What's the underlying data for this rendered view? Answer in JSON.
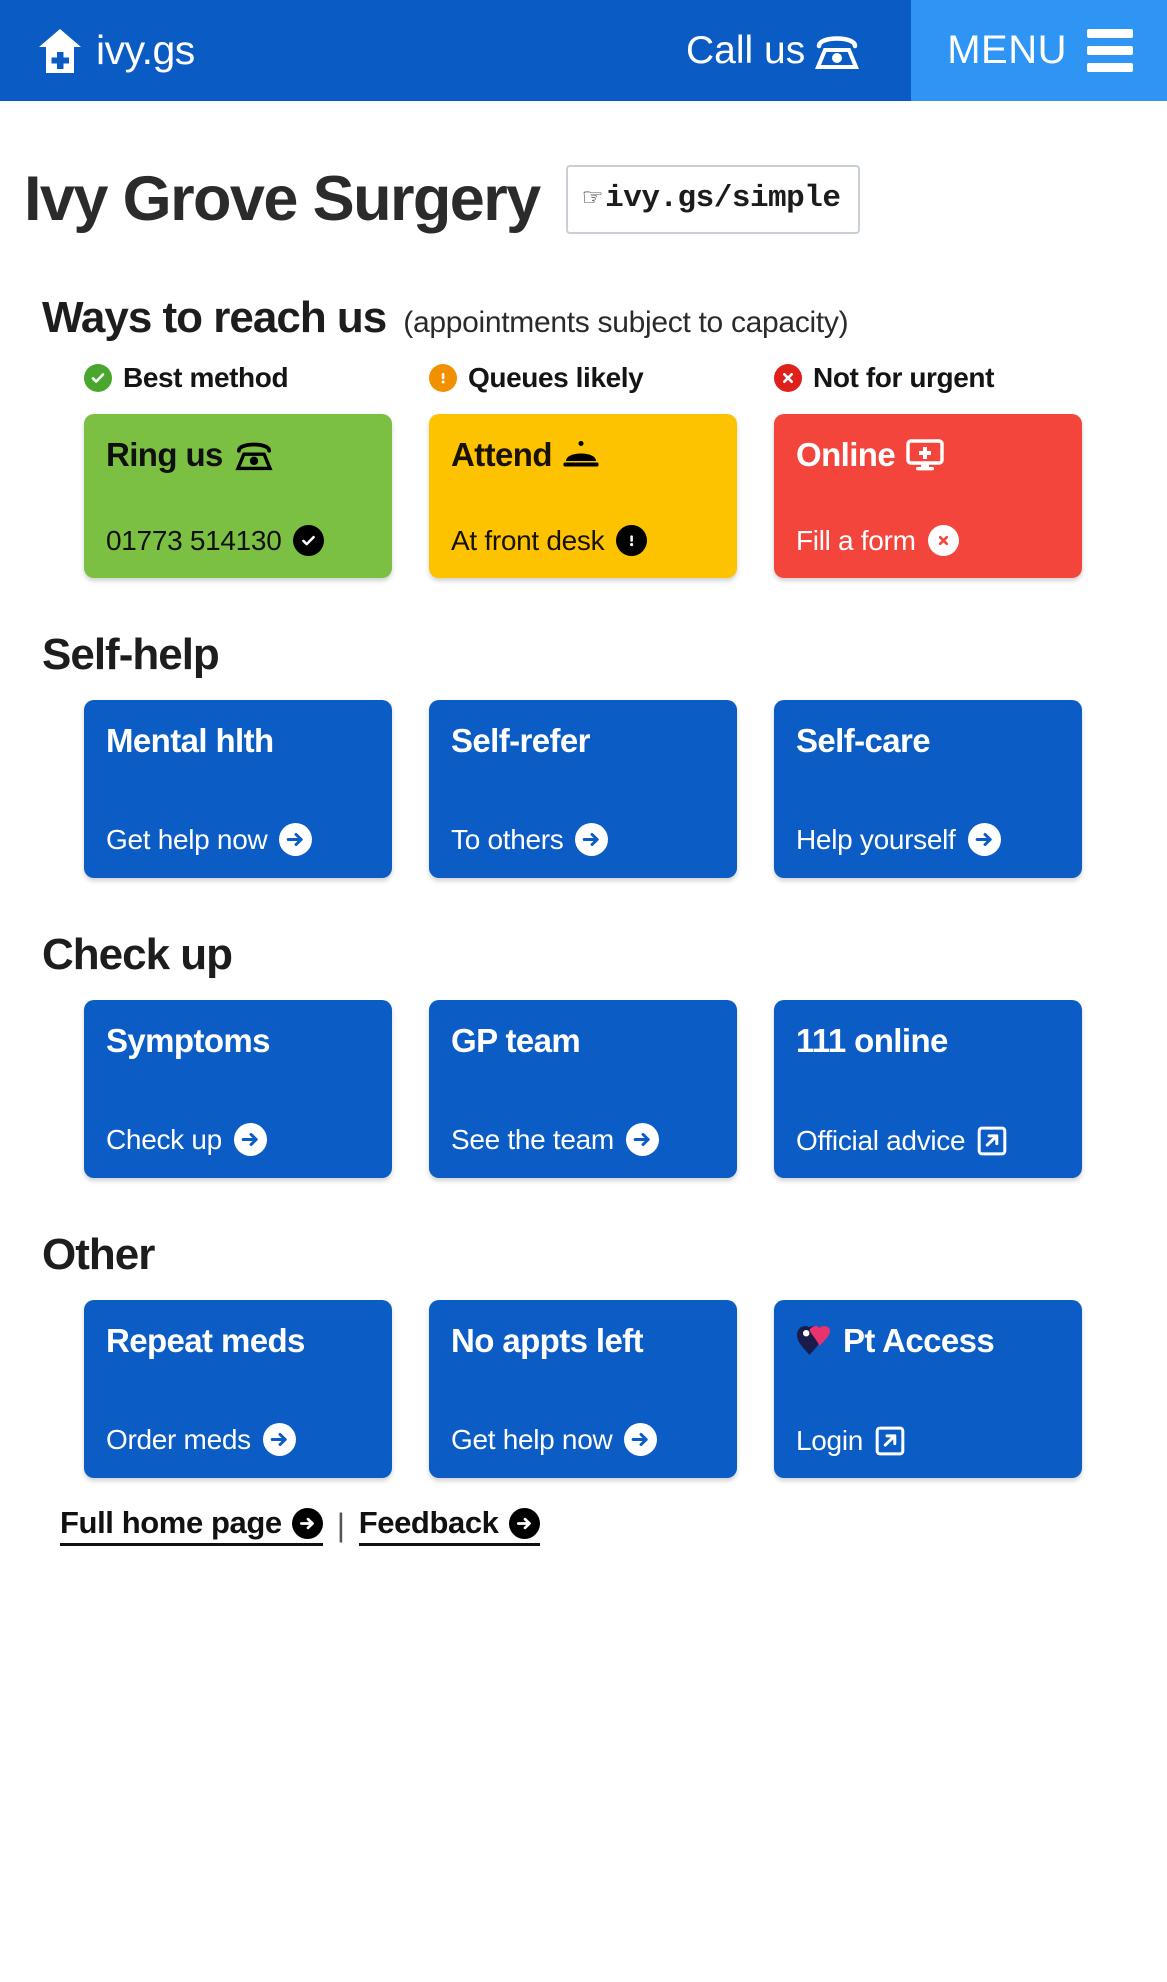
{
  "header": {
    "brand": "ivy.gs",
    "call_label": "Call us",
    "menu_label": "MENU",
    "bg_color": "#0a5bc4",
    "menu_bg_color": "#2e95f4"
  },
  "page": {
    "title": "Ivy Grove Surgery",
    "url_badge": "ivy.gs/simple"
  },
  "reach": {
    "heading": "Ways to reach us",
    "note": "(appointments subject to capacity)",
    "statuses": [
      {
        "label": "Best method",
        "icon": "check-circle-icon",
        "color": "#4aa72e"
      },
      {
        "label": "Queues likely",
        "icon": "exclamation-circle-icon",
        "color": "#f29100"
      },
      {
        "label": "Not for urgent",
        "icon": "cross-circle-icon",
        "color": "#e0201b"
      }
    ],
    "cards": [
      {
        "title": "Ring us",
        "title_icon": "telephone-icon",
        "sub": "01773 514130",
        "sub_icon": "check-badge-icon",
        "color": "#7cc043"
      },
      {
        "title": "Attend",
        "title_icon": "service-bell-icon",
        "sub": "At front desk",
        "sub_icon": "exclamation-badge-icon",
        "color": "#fdc200"
      },
      {
        "title": "Online",
        "title_icon": "monitor-plus-icon",
        "sub": "Fill a form",
        "sub_icon": "cross-badge-icon",
        "color": "#f4453c"
      }
    ]
  },
  "sections": [
    {
      "heading": "Self-help",
      "cards": [
        {
          "title": "Mental hlth",
          "sub": "Get help now",
          "sub_icon": "arrow-right-circle-icon"
        },
        {
          "title": "Self-refer",
          "sub": "To others",
          "sub_icon": "arrow-right-circle-icon"
        },
        {
          "title": "Self-care",
          "sub": "Help yourself",
          "sub_icon": "arrow-right-circle-icon"
        }
      ]
    },
    {
      "heading": "Check up",
      "cards": [
        {
          "title": "Symptoms",
          "sub": "Check up",
          "sub_icon": "arrow-right-circle-icon"
        },
        {
          "title": "GP team",
          "sub": "See the team",
          "sub_icon": "arrow-right-circle-icon"
        },
        {
          "title": "111 online",
          "sub": "Official advice",
          "sub_icon": "external-link-icon"
        }
      ]
    },
    {
      "heading": "Other",
      "cards": [
        {
          "title": "Repeat meds",
          "sub": "Order meds",
          "sub_icon": "arrow-right-circle-icon"
        },
        {
          "title": "No appts left",
          "sub": "Get help now",
          "sub_icon": "arrow-right-circle-icon"
        },
        {
          "title": "Pt Access",
          "title_icon": "patient-access-logo",
          "sub": "Login",
          "sub_icon": "external-link-icon"
        }
      ]
    }
  ],
  "footer": {
    "home_link": "Full home page",
    "separator": "|",
    "feedback_link": "Feedback"
  }
}
